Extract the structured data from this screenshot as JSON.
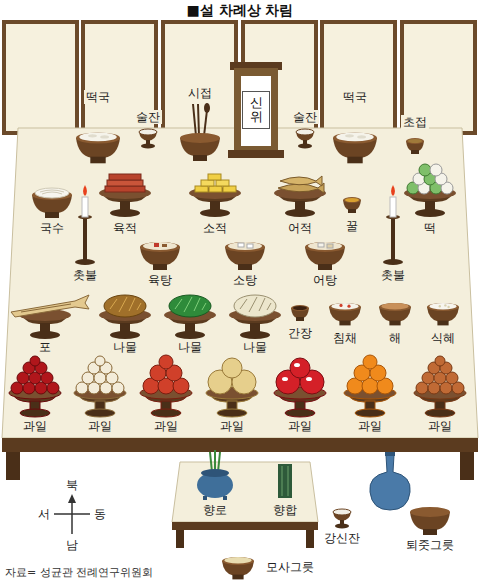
{
  "diagram": {
    "title": "■설 차례상 차림",
    "caption": "자료= 성균관 전례연구위원회",
    "nodes": [
      {
        "text": [
          "신위"
        ]
      }
    ],
    "labels": [
      "떡국",
      "술잔",
      "시접",
      "술잔",
      "떡국",
      "초접",
      "국수",
      "육적",
      "소적",
      "어적",
      "꿀",
      "떡",
      "촛불",
      "육탕",
      "소탕",
      "어탕",
      "촛불",
      "포",
      "나물",
      "나물",
      "나물",
      "간장",
      "침채",
      "해",
      "식혜",
      "과일",
      "과일",
      "과일",
      "과일",
      "과일",
      "과일",
      "과일",
      "북",
      "서",
      "동",
      "남",
      "향로",
      "향합",
      "강신잔",
      "퇴줏그릇",
      "모사그릇"
    ]
  }
}
